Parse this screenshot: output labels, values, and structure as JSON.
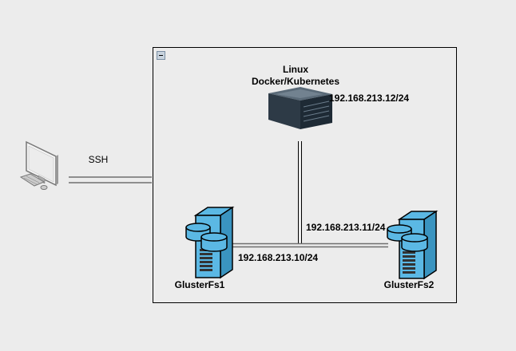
{
  "diagram": {
    "nodes": {
      "client": {
        "icon": "desktop-computer-icon"
      },
      "linux_host": {
        "title_line1": "Linux",
        "title_line2": "Docker/Kubernetes",
        "ip": "192.168.213.12/24",
        "icon": "rack-server-icon"
      },
      "gluster1": {
        "name": "GlusterFs1",
        "ip": "192.168.213.10/24",
        "icon": "storage-server-icon"
      },
      "gluster2": {
        "name": "GlusterFs2",
        "ip": "192.168.213.11/24",
        "icon": "storage-server-icon"
      }
    },
    "connections": {
      "ssh": {
        "label": "SSH"
      }
    },
    "group": {
      "collapse_icon": "minus-icon"
    },
    "colors": {
      "storage_fill": "#5bb8e4",
      "line_gray": "#6e6e6e",
      "background": "#ececec"
    }
  }
}
